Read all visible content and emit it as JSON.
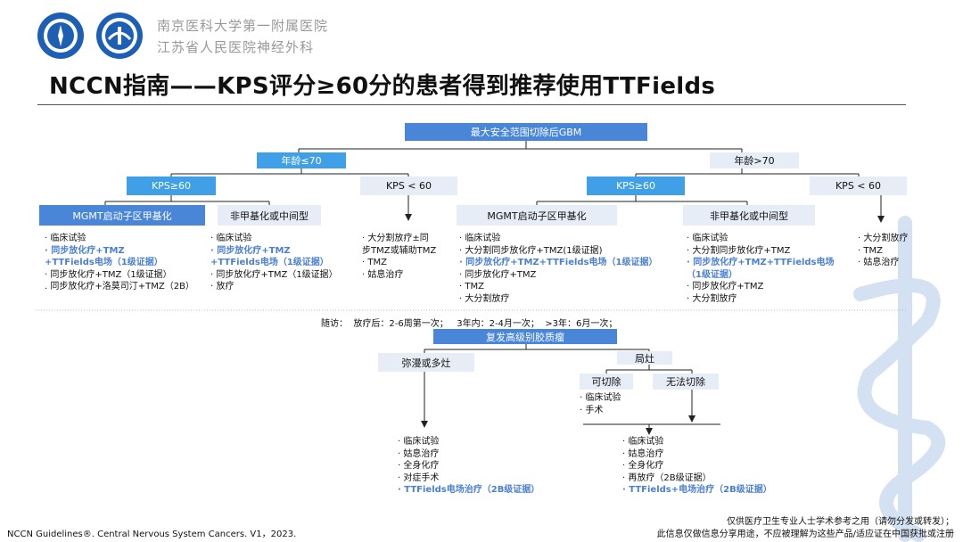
{
  "header": {
    "hospital_line1": "南京医科大学第一附属医院",
    "hospital_line2": "江苏省人民医院神经外科",
    "title": "NCCN指南——KPS评分≥60分的患者得到推荐使用TTFields"
  },
  "flow": {
    "root": "最大安全范围切除后GBM",
    "age_le70": "年龄≤70",
    "age_gt70": "年龄>70",
    "kps_ge60": "KPS≥60",
    "kps_lt60": "KPS < 60",
    "mgmt_methylated": "MGMT启动子区甲基化",
    "unmethylated": "非甲基化或中间型",
    "list_a": [
      {
        "t": "· 临床试验",
        "hl": false
      },
      {
        "t": "· 同步放化疗+TMZ",
        "hl": true
      },
      {
        "t": "+TTFields电场（1级证据）",
        "hl": true
      },
      {
        "t": "· 同步放化疗+TMZ（1级证据）",
        "hl": false
      },
      {
        "t": ". 同步放化疗+洛莫司汀+TMZ（2B）",
        "hl": false
      }
    ],
    "list_b": [
      {
        "t": "· 临床试验",
        "hl": false
      },
      {
        "t": "· 同步放化疗+TMZ",
        "hl": true
      },
      {
        "t": "+TTFields电场（1级证据）",
        "hl": true
      },
      {
        "t": "· 同步放化疗+TMZ（1级证据）",
        "hl": false
      },
      {
        "t": "· 放疗",
        "hl": false
      }
    ],
    "list_c": [
      {
        "t": "· 大分割放疗±同",
        "hl": false
      },
      {
        "t": "步TMZ或辅助TMZ",
        "hl": false
      },
      {
        "t": "· TMZ",
        "hl": false
      },
      {
        "t": "· 姑息治疗",
        "hl": false
      }
    ],
    "list_d": [
      {
        "t": "· 临床试验",
        "hl": false
      },
      {
        "t": "· 大分割同步放化疗+TMZ(1级证据)",
        "hl": false
      },
      {
        "t": "· 同步放化疗+TMZ+TTFields电场（1级证据）",
        "hl": true
      },
      {
        "t": "· 同步放化疗+TMZ",
        "hl": false
      },
      {
        "t": "· TMZ",
        "hl": false
      },
      {
        "t": "· 大分割放疗",
        "hl": false
      }
    ],
    "list_e": [
      {
        "t": "· 临床试验",
        "hl": false
      },
      {
        "t": "· 大分割同步放化疗+TMZ",
        "hl": false
      },
      {
        "t": "· 同步放化疗+TMZ+TTFields电场",
        "hl": true
      },
      {
        "t": "（1级证据）",
        "hl": true
      },
      {
        "t": "· 同步放化疗+TMZ",
        "hl": false
      },
      {
        "t": "· 大分割放疗",
        "hl": false
      }
    ],
    "list_f": [
      {
        "t": "· 大分割放疗",
        "hl": false
      },
      {
        "t": "· TMZ",
        "hl": false
      },
      {
        "t": "· 姑息治疗",
        "hl": false
      }
    ],
    "followup": "随访：  放疗后：2-6周第一次；   3年内：2-4月一次；  >3年：6月一次；",
    "recurrent": "复发高级别胶质瘤",
    "diffuse": "弥漫或多灶",
    "local": "局灶",
    "resectable": "可切除",
    "unresectable": "无法切除",
    "list_g": [
      {
        "t": "· 临床试验",
        "hl": false
      },
      {
        "t": "· 手术",
        "hl": false
      }
    ],
    "list_h": [
      {
        "t": "· 临床试验",
        "hl": false
      },
      {
        "t": "· 姑息治疗",
        "hl": false
      },
      {
        "t": "· 全身化疗",
        "hl": false
      },
      {
        "t": "· 对症手术",
        "hl": false
      },
      {
        "t": "· TTFields电场治疗（2B级证据）",
        "hl": true
      }
    ],
    "list_i": [
      {
        "t": "· 临床试验",
        "hl": false
      },
      {
        "t": "· 姑息治疗",
        "hl": false
      },
      {
        "t": "· 全身化疗",
        "hl": false
      },
      {
        "t": "· 再放疗（2B级证据）",
        "hl": false
      },
      {
        "t": "· TTFields+电场治疗（2B级证据）",
        "hl": true
      }
    ]
  },
  "footer": {
    "citation": "NCCN Guidelines®. Central Nervous System Cancers. V1，2023.",
    "disclaimer1": "仅供医疗卫生专业人士学术参考之用（请勿分发或转发）；",
    "disclaimer2": "此信息仅做信息分享用途，不应被理解为这些产品/适应证在中国获批或注册"
  },
  "colors": {
    "box_blue": "#4a86d8",
    "box_light": "#3fa0e8",
    "box_pale": "#e6edf7",
    "highlight": "#4a7fd1"
  }
}
